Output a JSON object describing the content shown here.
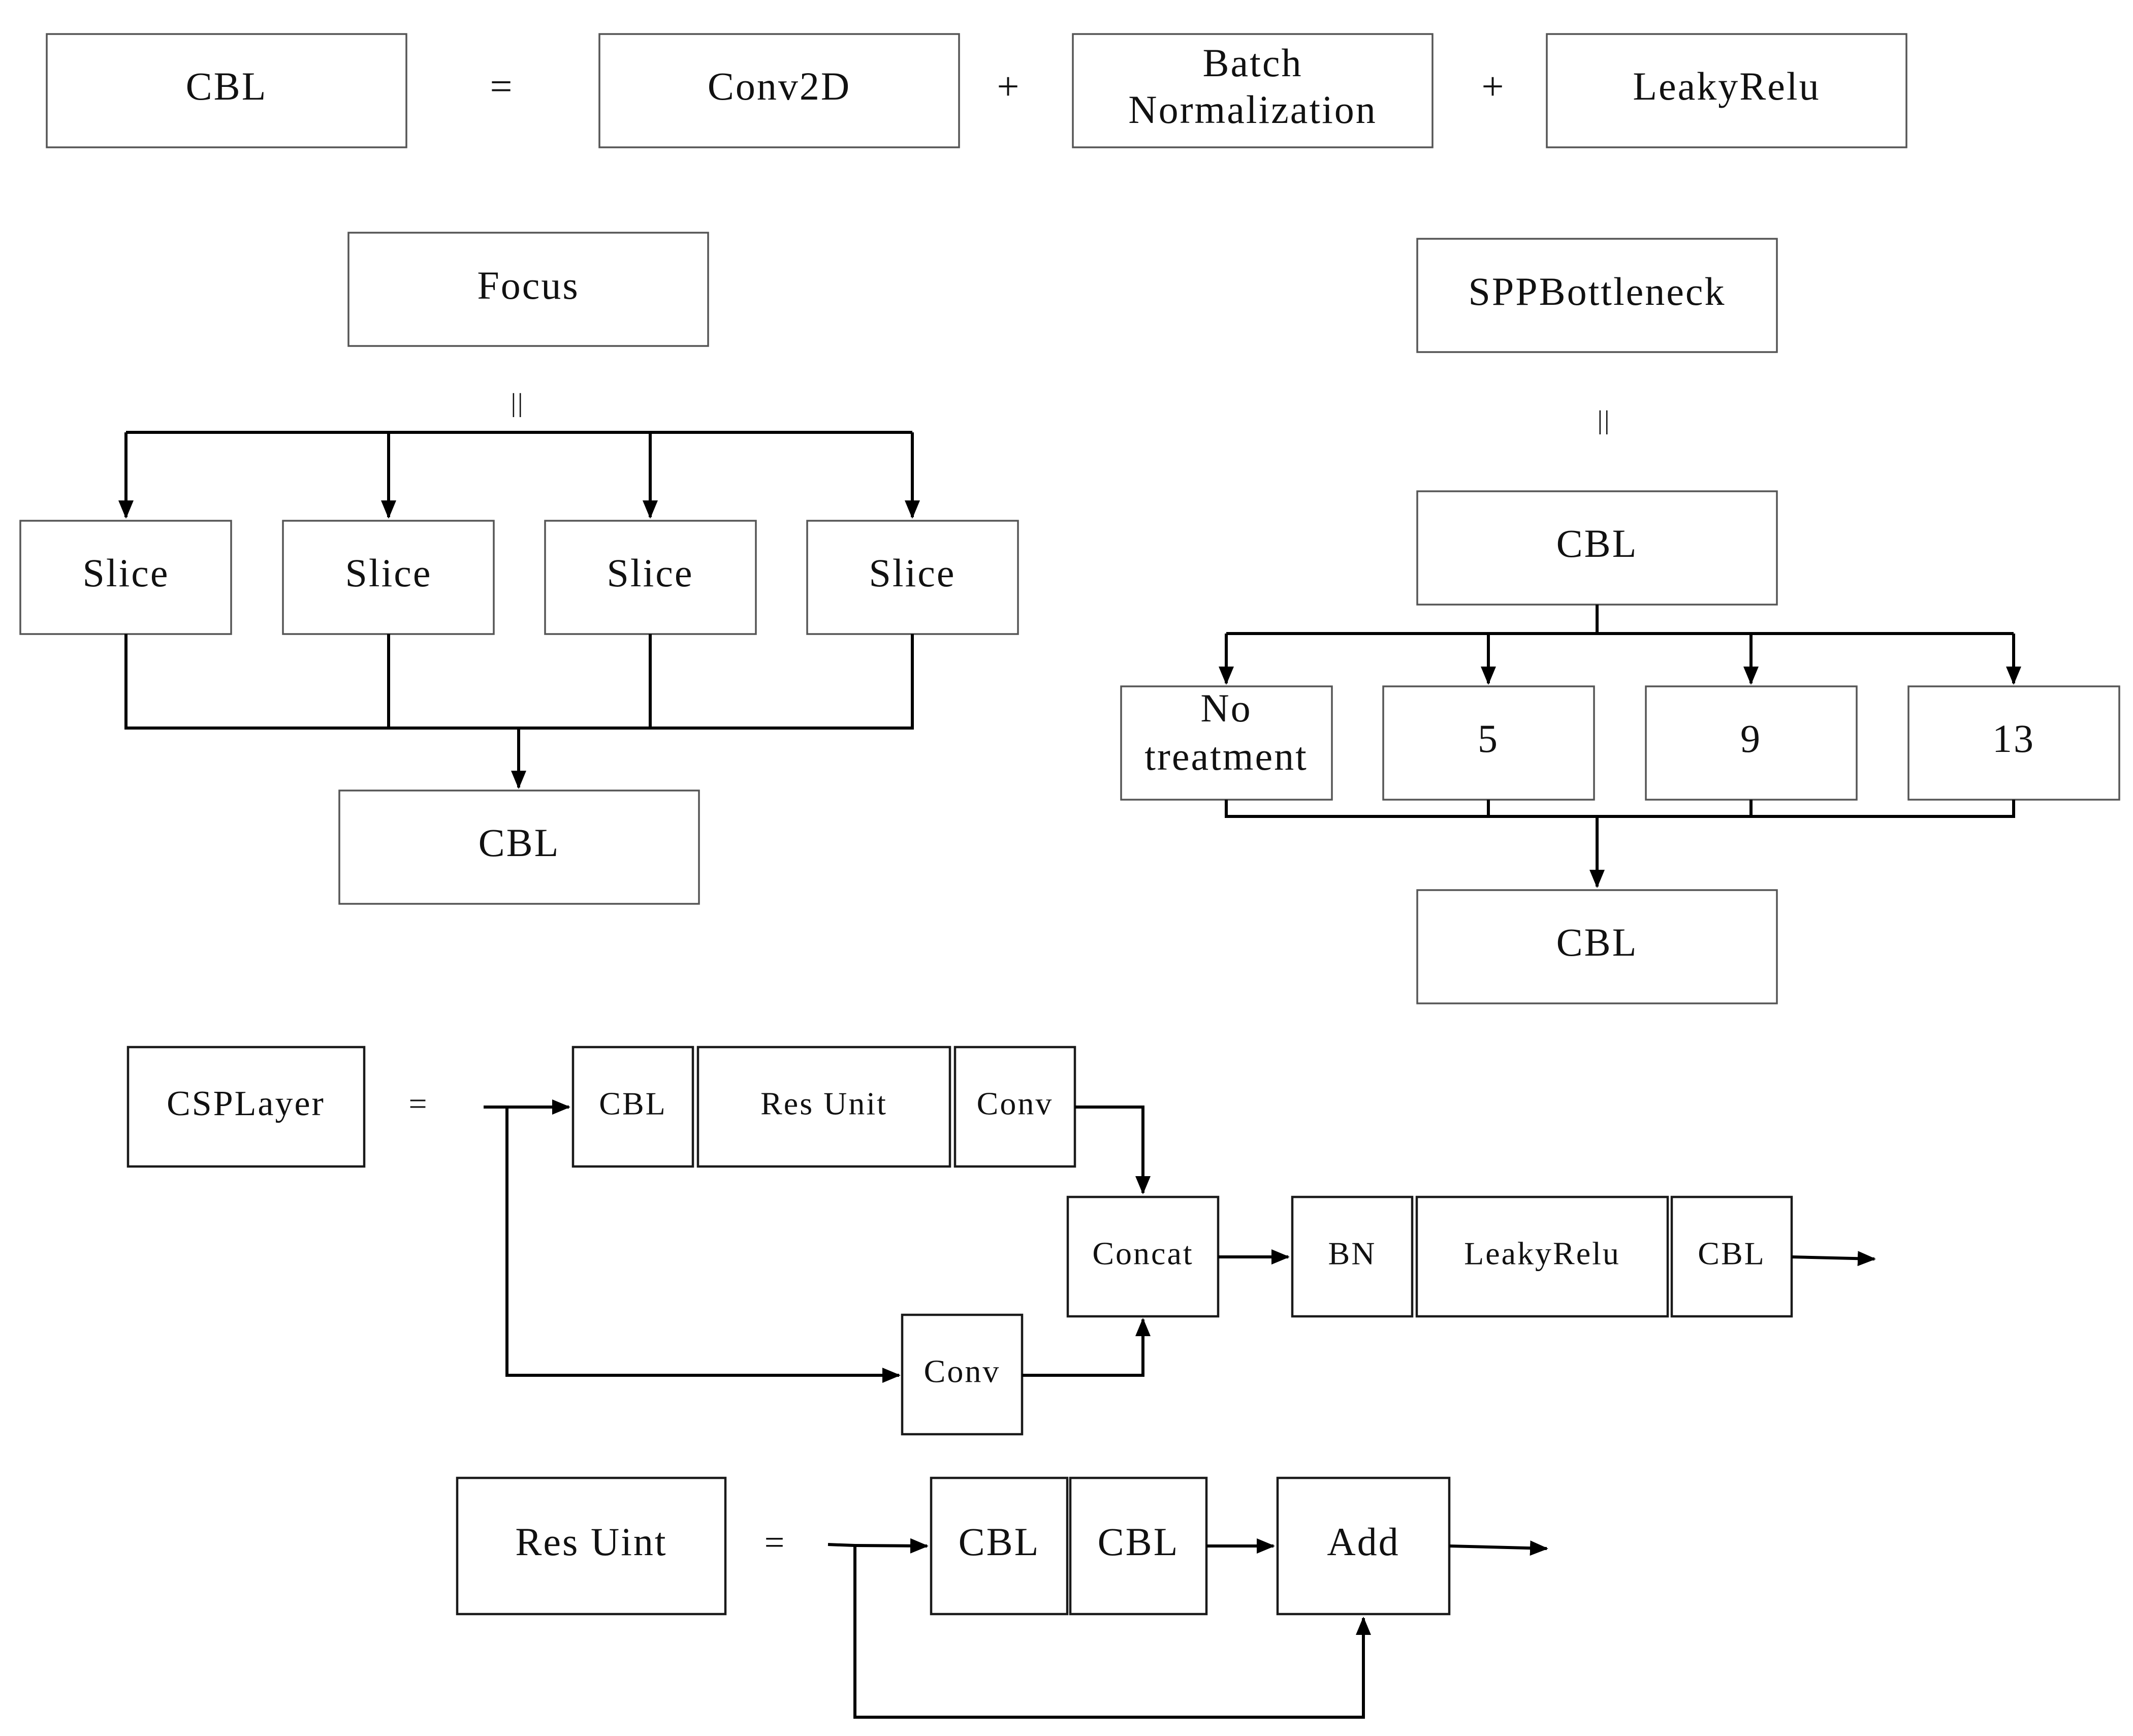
{
  "row1": {
    "cbl": "CBL",
    "eq": "=",
    "conv2d": "Conv2D",
    "plus1": "+",
    "bn_line1": "Batch",
    "bn_line2": "Normalization",
    "plus2": "+",
    "leaky": "LeakyRelu"
  },
  "focus": {
    "title": "Focus",
    "eq": "||",
    "slices": [
      "Slice",
      "Slice",
      "Slice",
      "Slice"
    ],
    "cbl": "CBL"
  },
  "spp": {
    "title": "SPPBottleneck",
    "eq": "||",
    "cbl_top": "CBL",
    "branch_no_line1": "No",
    "branch_no_line2": "treatment",
    "branch_5": "5",
    "branch_9": "9",
    "branch_13": "13",
    "cbl_bottom": "CBL"
  },
  "csp": {
    "title": "CSPLayer",
    "eq": "=",
    "cbl": "CBL",
    "res_unit": "Res Unit",
    "conv_top": "Conv",
    "concat": "Concat",
    "bn": "BN",
    "leaky": "LeakyRelu",
    "cbl_out": "CBL",
    "conv_bottom": "Conv"
  },
  "res": {
    "title": "Res Uint",
    "eq": "=",
    "cbl1": "CBL",
    "cbl2": "CBL",
    "add": "Add"
  }
}
